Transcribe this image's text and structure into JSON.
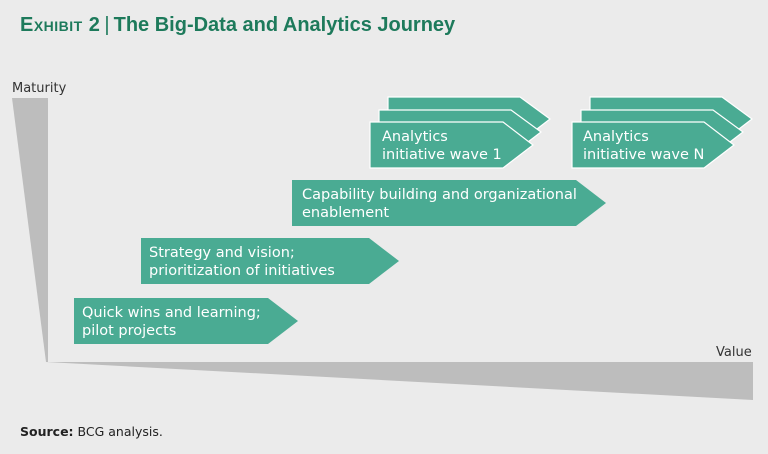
{
  "header": {
    "exhibit": "Exhibit 2",
    "separator": "|",
    "title": "The Big-Data and Analytics Journey"
  },
  "axes": {
    "y_label": "Maturity",
    "x_label": "Value"
  },
  "stages": [
    {
      "line1": "Quick wins and learning;",
      "line2": "pilot projects"
    },
    {
      "line1": "Strategy and vision;",
      "line2": "prioritization of initiatives"
    },
    {
      "line1": "Capability building and organizational",
      "line2": "enablement"
    },
    {
      "line1": "Analytics",
      "line2": "initiative wave 1"
    },
    {
      "line1": "Analytics",
      "line2": "initiative wave N"
    }
  ],
  "footer": {
    "source_label": "Source:",
    "source_text": "BCG analysis."
  },
  "colors": {
    "accent": "#4aab93",
    "title": "#1d7a5b",
    "axis": "#bdbdbd",
    "background": "#ebebeb"
  }
}
